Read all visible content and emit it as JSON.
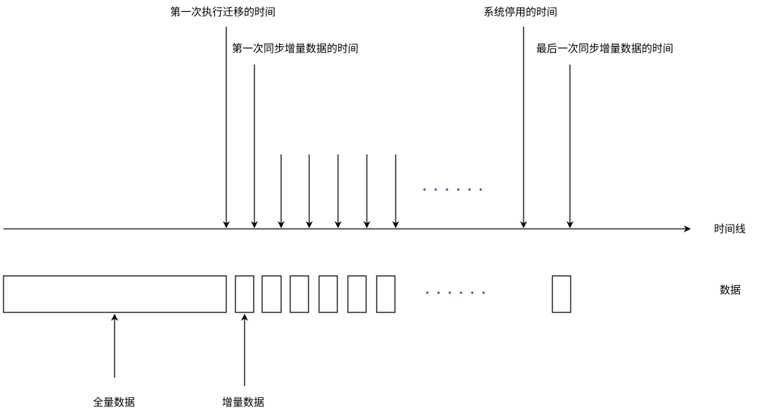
{
  "labels": {
    "first_migration": "第一次执行迁移的时间",
    "first_incremental_sync": "第一次同步增量数据的时间",
    "system_stop": "系统停用的时间",
    "last_incremental_sync": "最后一次同步增量数据的时间",
    "timeline": "时间线",
    "data": "数据",
    "full_data": "全量数据",
    "incremental_data": "增量数据"
  },
  "colors": {
    "line": "#000000",
    "dots": "#3b4d8f"
  }
}
